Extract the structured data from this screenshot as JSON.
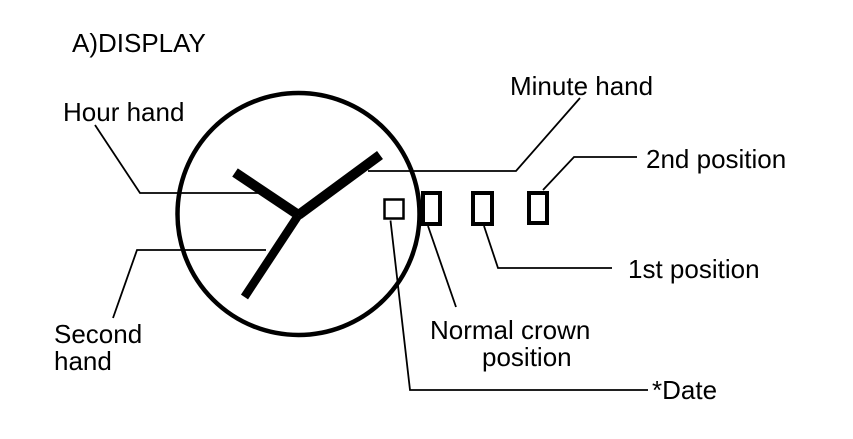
{
  "title": "A)DISPLAY",
  "colors": {
    "ink": "#000000",
    "background": "#ffffff"
  },
  "diagram": {
    "kind": "watch-movement-display-diagram",
    "labels": {
      "hour_hand": "Hour hand",
      "minute_hand": "Minute hand",
      "second_hand_line1": "Second",
      "second_hand_line2": "hand",
      "second_position": "2nd position",
      "first_position": "1st position",
      "normal_crown_line1": "Normal crown",
      "normal_crown_line2": "position",
      "date": "*Date"
    },
    "parts": [
      "watch case",
      "hour hand",
      "minute hand",
      "second hand",
      "date window",
      "crown normal position",
      "crown 1st position",
      "crown 2nd position"
    ]
  }
}
